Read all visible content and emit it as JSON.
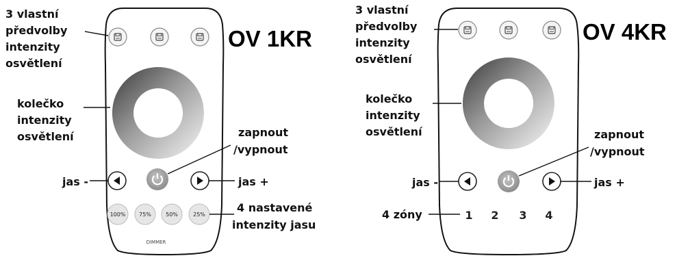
{
  "left": {
    "title": "OV 1KR",
    "preset_label_lines": [
      "3 vlastní",
      "předvolby",
      "intenzity",
      "osvětlení"
    ],
    "wheel_label_lines": [
      "kolečko",
      "intenzity",
      "osvětlení"
    ],
    "power_label_lines": [
      "zapnout",
      "/vypnout"
    ],
    "dim_minus": "jas -",
    "dim_plus": "jas +",
    "bottom_label_lines": [
      "4 nastavené",
      "intenzity jasu"
    ],
    "presets": [
      "100%",
      "75%",
      "50%",
      "25%"
    ],
    "footer": "DIMMER"
  },
  "right": {
    "title": "OV 4KR",
    "preset_label_lines": [
      "3 vlastní",
      "předvolby",
      "intenzity",
      "osvětlení"
    ],
    "wheel_label_lines": [
      "kolečko",
      "intenzity",
      "osvětlení"
    ],
    "power_label_lines": [
      "zapnout",
      " /vypnout"
    ],
    "dim_minus": "jas -",
    "dim_plus": "jas +",
    "zones_label": "4 zóny",
    "zones": [
      "1",
      "2",
      "3",
      "4"
    ]
  },
  "icons": {
    "save": "floppy-disk-icon",
    "power": "power-icon",
    "left_arrow": "triangle-left-icon",
    "right_arrow": "triangle-right-icon"
  },
  "colors": {
    "ink": "#111111",
    "button": "#c8c8c8",
    "power": "#9a9a9a",
    "body": "#ffffff"
  }
}
